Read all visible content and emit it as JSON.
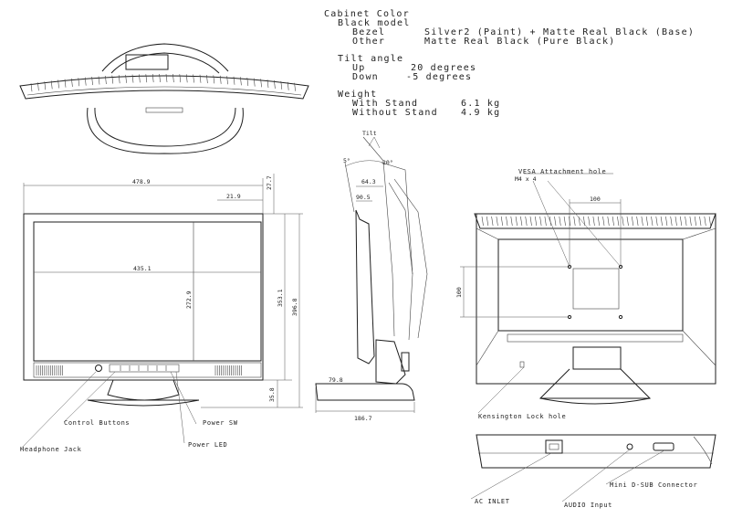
{
  "specs": {
    "cabinet_color": "Cabinet Color",
    "black_model": "Black model",
    "bezel_label": "Bezel",
    "bezel_value": "Silver2 (Paint) + Matte Real Black (Base)",
    "other_label": "Other",
    "other_value": "Matte Real Black (Pure Black)",
    "tilt_angle": "Tilt angle",
    "up_label": "Up",
    "up_value": "20 degrees",
    "down_label": "Down",
    "down_value": "-5 degrees",
    "weight": "Weight",
    "with_stand_label": "With Stand",
    "with_stand_value": "6.1 kg",
    "without_stand_label": "Without Stand",
    "without_stand_value": "4.9 kg"
  },
  "dimensions": {
    "front_width": "478.9",
    "front_offset": "21.9",
    "front_top": "27.7",
    "screen_width": "435.1",
    "screen_height": "272.9",
    "front_height_a": "353.1",
    "front_height_b": "396.8",
    "base_height": "35.8",
    "tilt_label": "Tilt",
    "tilt_front": "5°",
    "tilt_back": "20°",
    "side_top": "64.3",
    "side_inner": "90.5",
    "side_foot": "79.8",
    "side_depth": "186.7",
    "vesa_spacing_h": "100",
    "vesa_spacing_v": "100",
    "vesa_screw": "M4 x 4"
  },
  "callouts": {
    "control_buttons": "Control Buttons",
    "power_sw": "Power SW",
    "headphone_jack": "Headphone Jack",
    "power_led": "Power LED",
    "vesa_hole": "VESA Attachment hole",
    "kensington": "Kensington Lock hole",
    "ac_inlet": "AC INLET",
    "audio_input": "AUDIO Input",
    "mini_dsub": "Mini D-SUB Connector"
  }
}
